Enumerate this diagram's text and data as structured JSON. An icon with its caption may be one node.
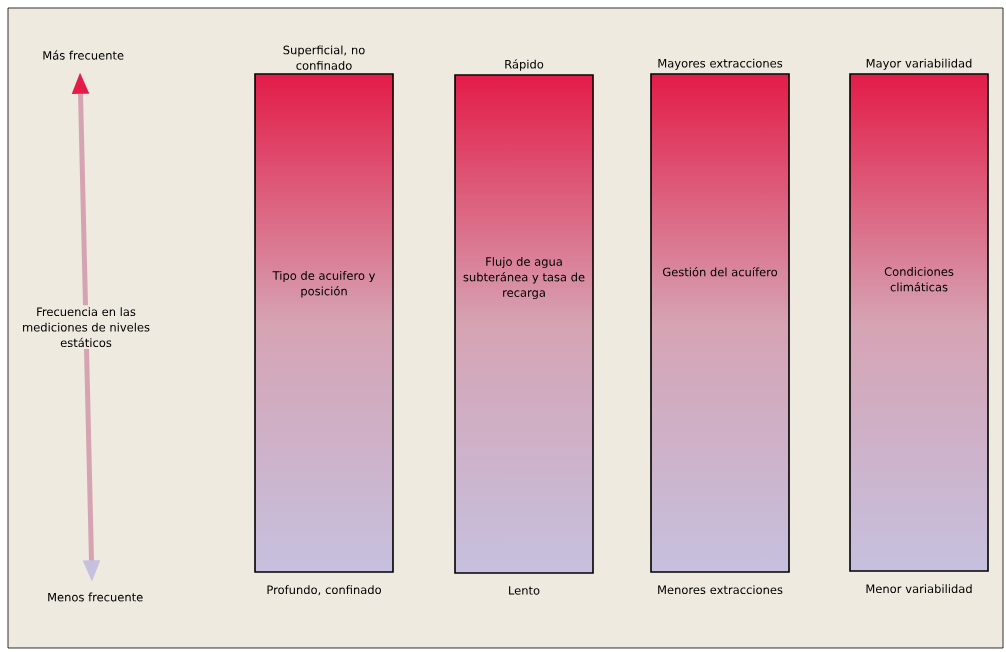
{
  "diagram": {
    "nodes": [
      {
        "text": [
          "Más frecuente"
        ]
      },
      {
        "text": [
          "Menos frecuente"
        ]
      },
      {
        "text": [
          "Tipo de acuifero y posición"
        ],
        "beside": [
          "Superficial, no confinado",
          "Profundo, confinado"
        ]
      },
      {
        "text": [
          "Flujo de agua subteránea y tasa de recarga"
        ],
        "beside": [
          "Rápido",
          "Lento"
        ]
      },
      {
        "text": [
          "Gestión del acuífero"
        ],
        "beside": [
          "Mayores extracciones",
          "Menores extracciones"
        ]
      },
      {
        "text": [
          "Condiciones climáticas"
        ],
        "beside": [
          "Mayor variabilidad",
          "Menor variabilidad"
        ]
      }
    ],
    "edges": [
      {
        "from": 1,
        "to": 0,
        "arrow": "both",
        "label": "Frecuencia en las mediciones de niveles estáticos"
      }
    ]
  }
}
